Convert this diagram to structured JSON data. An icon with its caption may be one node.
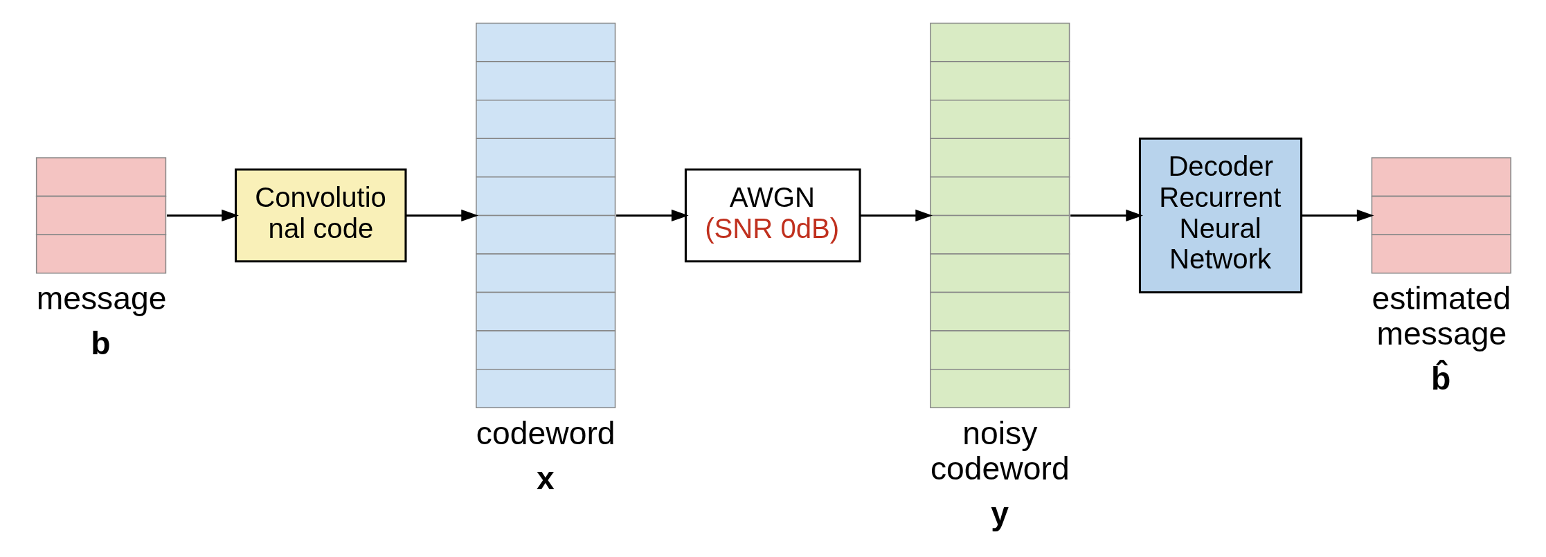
{
  "diagram": {
    "nodes": [
      {
        "text": [],
        "shape": "bar",
        "beside": [
          "message",
          "b"
        ]
      },
      {
        "text": [
          "Convolutio nal code"
        ]
      },
      {
        "text": [],
        "shape": "bar",
        "beside": [
          "codeword",
          "x"
        ]
      },
      {
        "text": [
          "AWGN",
          "(SNR 0dB)"
        ]
      },
      {
        "text": [],
        "shape": "bar",
        "beside": [
          "noisy codeword",
          "y"
        ]
      },
      {
        "text": [
          "Decoder Recurrent Neural Network"
        ]
      },
      {
        "text": [],
        "shape": "bar",
        "beside": [
          "estimated message",
          "b̂"
        ]
      }
    ],
    "edges": [
      {
        "from": 0,
        "to": 1,
        "arrow": "to"
      },
      {
        "from": 1,
        "to": 2,
        "arrow": "to"
      },
      {
        "from": 2,
        "to": 3,
        "arrow": "to"
      },
      {
        "from": 3,
        "to": 4,
        "arrow": "to"
      },
      {
        "from": 4,
        "to": 5,
        "arrow": "to"
      },
      {
        "from": 5,
        "to": 6,
        "arrow": "to"
      }
    ]
  }
}
